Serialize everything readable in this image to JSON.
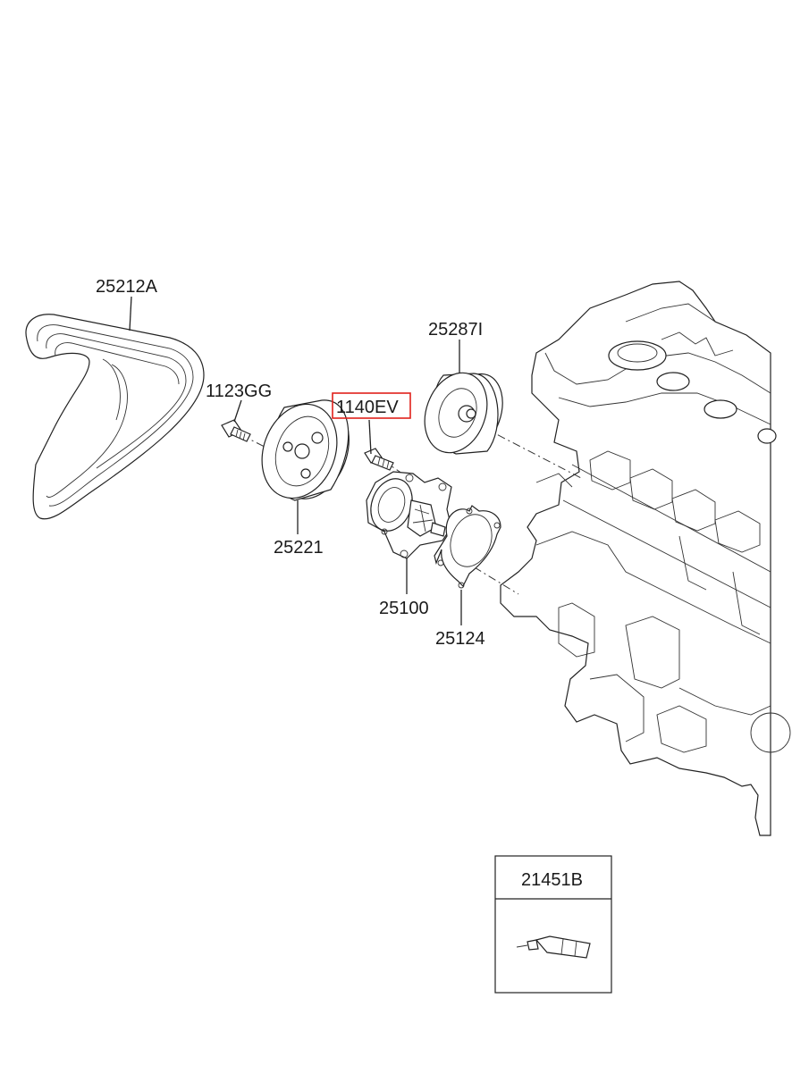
{
  "diagram": {
    "parts": [
      {
        "id": "belt",
        "label": "25212A"
      },
      {
        "id": "bolt_a",
        "label": "1123GG"
      },
      {
        "id": "bolt_b",
        "label": "1140EV",
        "highlighted": true
      },
      {
        "id": "idler",
        "label": "25287I"
      },
      {
        "id": "pulley",
        "label": "25221"
      },
      {
        "id": "pump",
        "label": "25100"
      },
      {
        "id": "gasket",
        "label": "25124"
      }
    ],
    "inset": {
      "label": "21451B"
    },
    "highlight_color": "#e0211b"
  }
}
